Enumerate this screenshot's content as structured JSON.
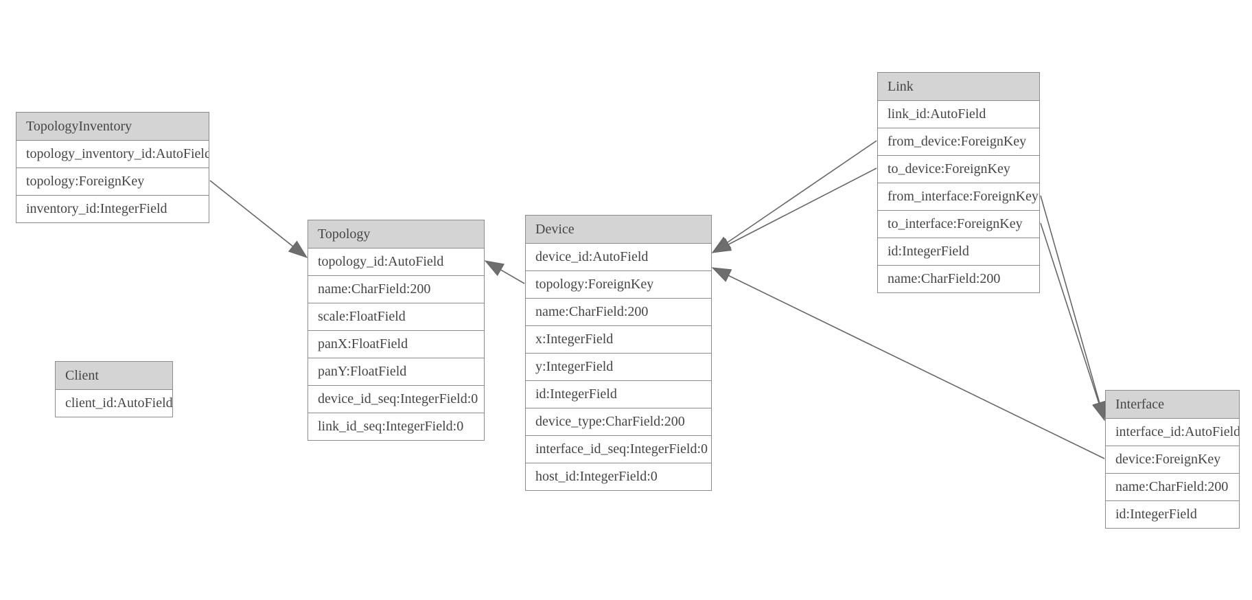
{
  "diagram": {
    "kind": "database-model-diagram",
    "colors": {
      "background": "#ffffff",
      "header_fill": "#d4d4d4",
      "border": "#8a8a8a",
      "text": "#454545",
      "edge": "#666666",
      "arrow_fill": "#6e6e6e"
    },
    "tables": [
      {
        "name": "TopologyInventory",
        "fields": [
          "topology_inventory_id:AutoField",
          "topology:ForeignKey",
          "inventory_id:IntegerField"
        ]
      },
      {
        "name": "Topology",
        "fields": [
          "topology_id:AutoField",
          "name:CharField:200",
          "scale:FloatField",
          "panX:FloatField",
          "panY:FloatField",
          "device_id_seq:IntegerField:0",
          "link_id_seq:IntegerField:0"
        ]
      },
      {
        "name": "Client",
        "fields": [
          "client_id:AutoField"
        ]
      },
      {
        "name": "Device",
        "fields": [
          "device_id:AutoField",
          "topology:ForeignKey",
          "name:CharField:200",
          "x:IntegerField",
          "y:IntegerField",
          "id:IntegerField",
          "device_type:CharField:200",
          "interface_id_seq:IntegerField:0",
          "host_id:IntegerField:0"
        ]
      },
      {
        "name": "Link",
        "fields": [
          "link_id:AutoField",
          "from_device:ForeignKey",
          "to_device:ForeignKey",
          "from_interface:ForeignKey",
          "to_interface:ForeignKey",
          "id:IntegerField",
          "name:CharField:200"
        ]
      },
      {
        "name": "Interface",
        "fields": [
          "interface_id:AutoField",
          "device:ForeignKey",
          "name:CharField:200",
          "id:IntegerField"
        ]
      }
    ],
    "relations": [
      {
        "from_table": "TopologyInventory",
        "from_field": "topology:ForeignKey",
        "from_side": "right",
        "to_table": "Topology",
        "to_field": "topology_id:AutoField",
        "to_side": "left"
      },
      {
        "from_table": "Device",
        "from_field": "topology:ForeignKey",
        "from_side": "left",
        "to_table": "Topology",
        "to_field": "topology_id:AutoField",
        "to_side": "right"
      },
      {
        "from_table": "Link",
        "from_field": "from_device:ForeignKey",
        "from_side": "left",
        "to_table": "Device",
        "to_field": "device_id:AutoField",
        "to_side": "right"
      },
      {
        "from_table": "Link",
        "from_field": "to_device:ForeignKey",
        "from_side": "left",
        "to_table": "Device",
        "to_field": "device_id:AutoField",
        "to_side": "right"
      },
      {
        "from_table": "Interface",
        "from_field": "device:ForeignKey",
        "from_side": "left",
        "to_table": "Device",
        "to_field": "device_id:AutoField",
        "to_side": "right"
      },
      {
        "from_table": "Link",
        "from_field": "from_interface:ForeignKey",
        "from_side": "right",
        "to_table": "Interface",
        "to_field": "interface_id:AutoField",
        "to_side": "left"
      },
      {
        "from_table": "Link",
        "from_field": "to_interface:ForeignKey",
        "from_side": "right",
        "to_table": "Interface",
        "to_field": "interface_id:AutoField",
        "to_side": "left"
      }
    ]
  }
}
